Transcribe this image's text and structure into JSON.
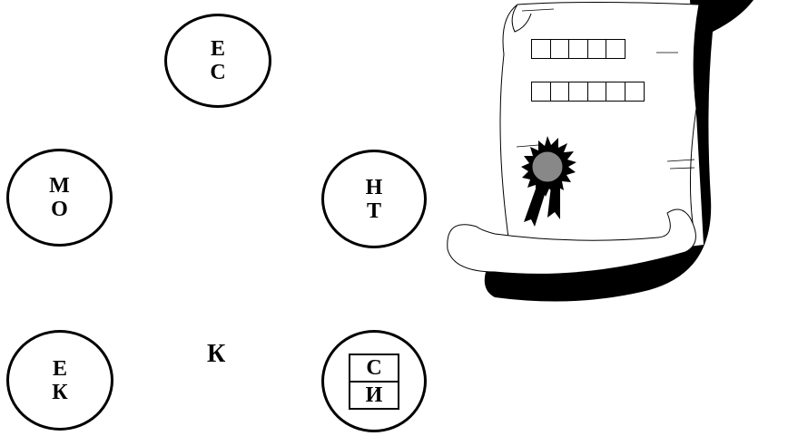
{
  "circles": [
    {
      "id": "c1",
      "top": "Е",
      "bottom": "С"
    },
    {
      "id": "c2",
      "top": "М",
      "bottom": "О"
    },
    {
      "id": "c3",
      "top": "Н",
      "bottom": "Т"
    },
    {
      "id": "c4",
      "top": "Е",
      "bottom": "К"
    },
    {
      "id": "c5",
      "top": "С",
      "bottom": "И"
    }
  ],
  "lone_letter": "К",
  "answer_rows": {
    "row1_cells": 5,
    "row2_cells": 6
  },
  "colors": {
    "ink": "#000000",
    "paper": "#ffffff",
    "seal": "#888888"
  },
  "icons": {
    "scroll": "parchment-scroll-icon",
    "seal": "award-rosette-icon"
  }
}
